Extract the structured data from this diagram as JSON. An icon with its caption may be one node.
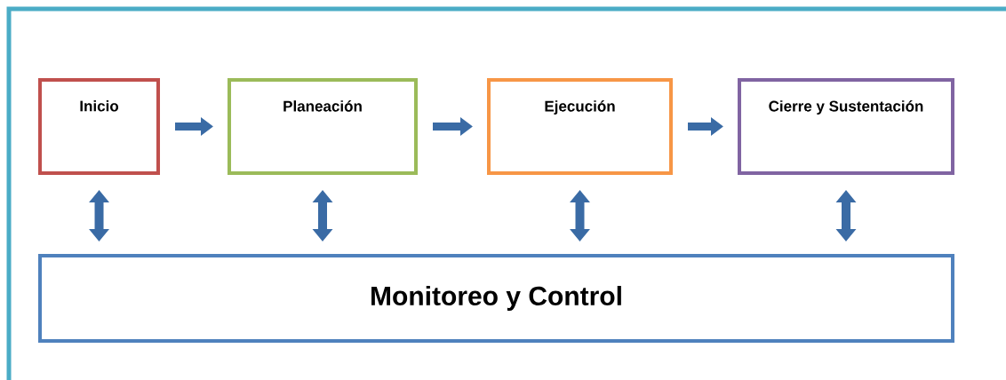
{
  "diagram": {
    "nodes": [
      {
        "text": [
          "Inicio"
        ]
      },
      {
        "text": [
          "Planeación"
        ]
      },
      {
        "text": [
          "Ejecución"
        ]
      },
      {
        "text": [
          "Cierre y Sustentación"
        ]
      },
      {
        "text": [
          "Monitoreo y Control"
        ]
      }
    ],
    "edges": [
      {
        "from": 0,
        "to": 1,
        "arrow": "to"
      },
      {
        "from": 1,
        "to": 2,
        "arrow": "to"
      },
      {
        "from": 2,
        "to": 3,
        "arrow": "to"
      },
      {
        "from": 0,
        "to": 4,
        "arrow": "both"
      },
      {
        "from": 1,
        "to": 4,
        "arrow": "both"
      },
      {
        "from": 2,
        "to": 4,
        "arrow": "both"
      },
      {
        "from": 3,
        "to": 4,
        "arrow": "both"
      }
    ]
  }
}
